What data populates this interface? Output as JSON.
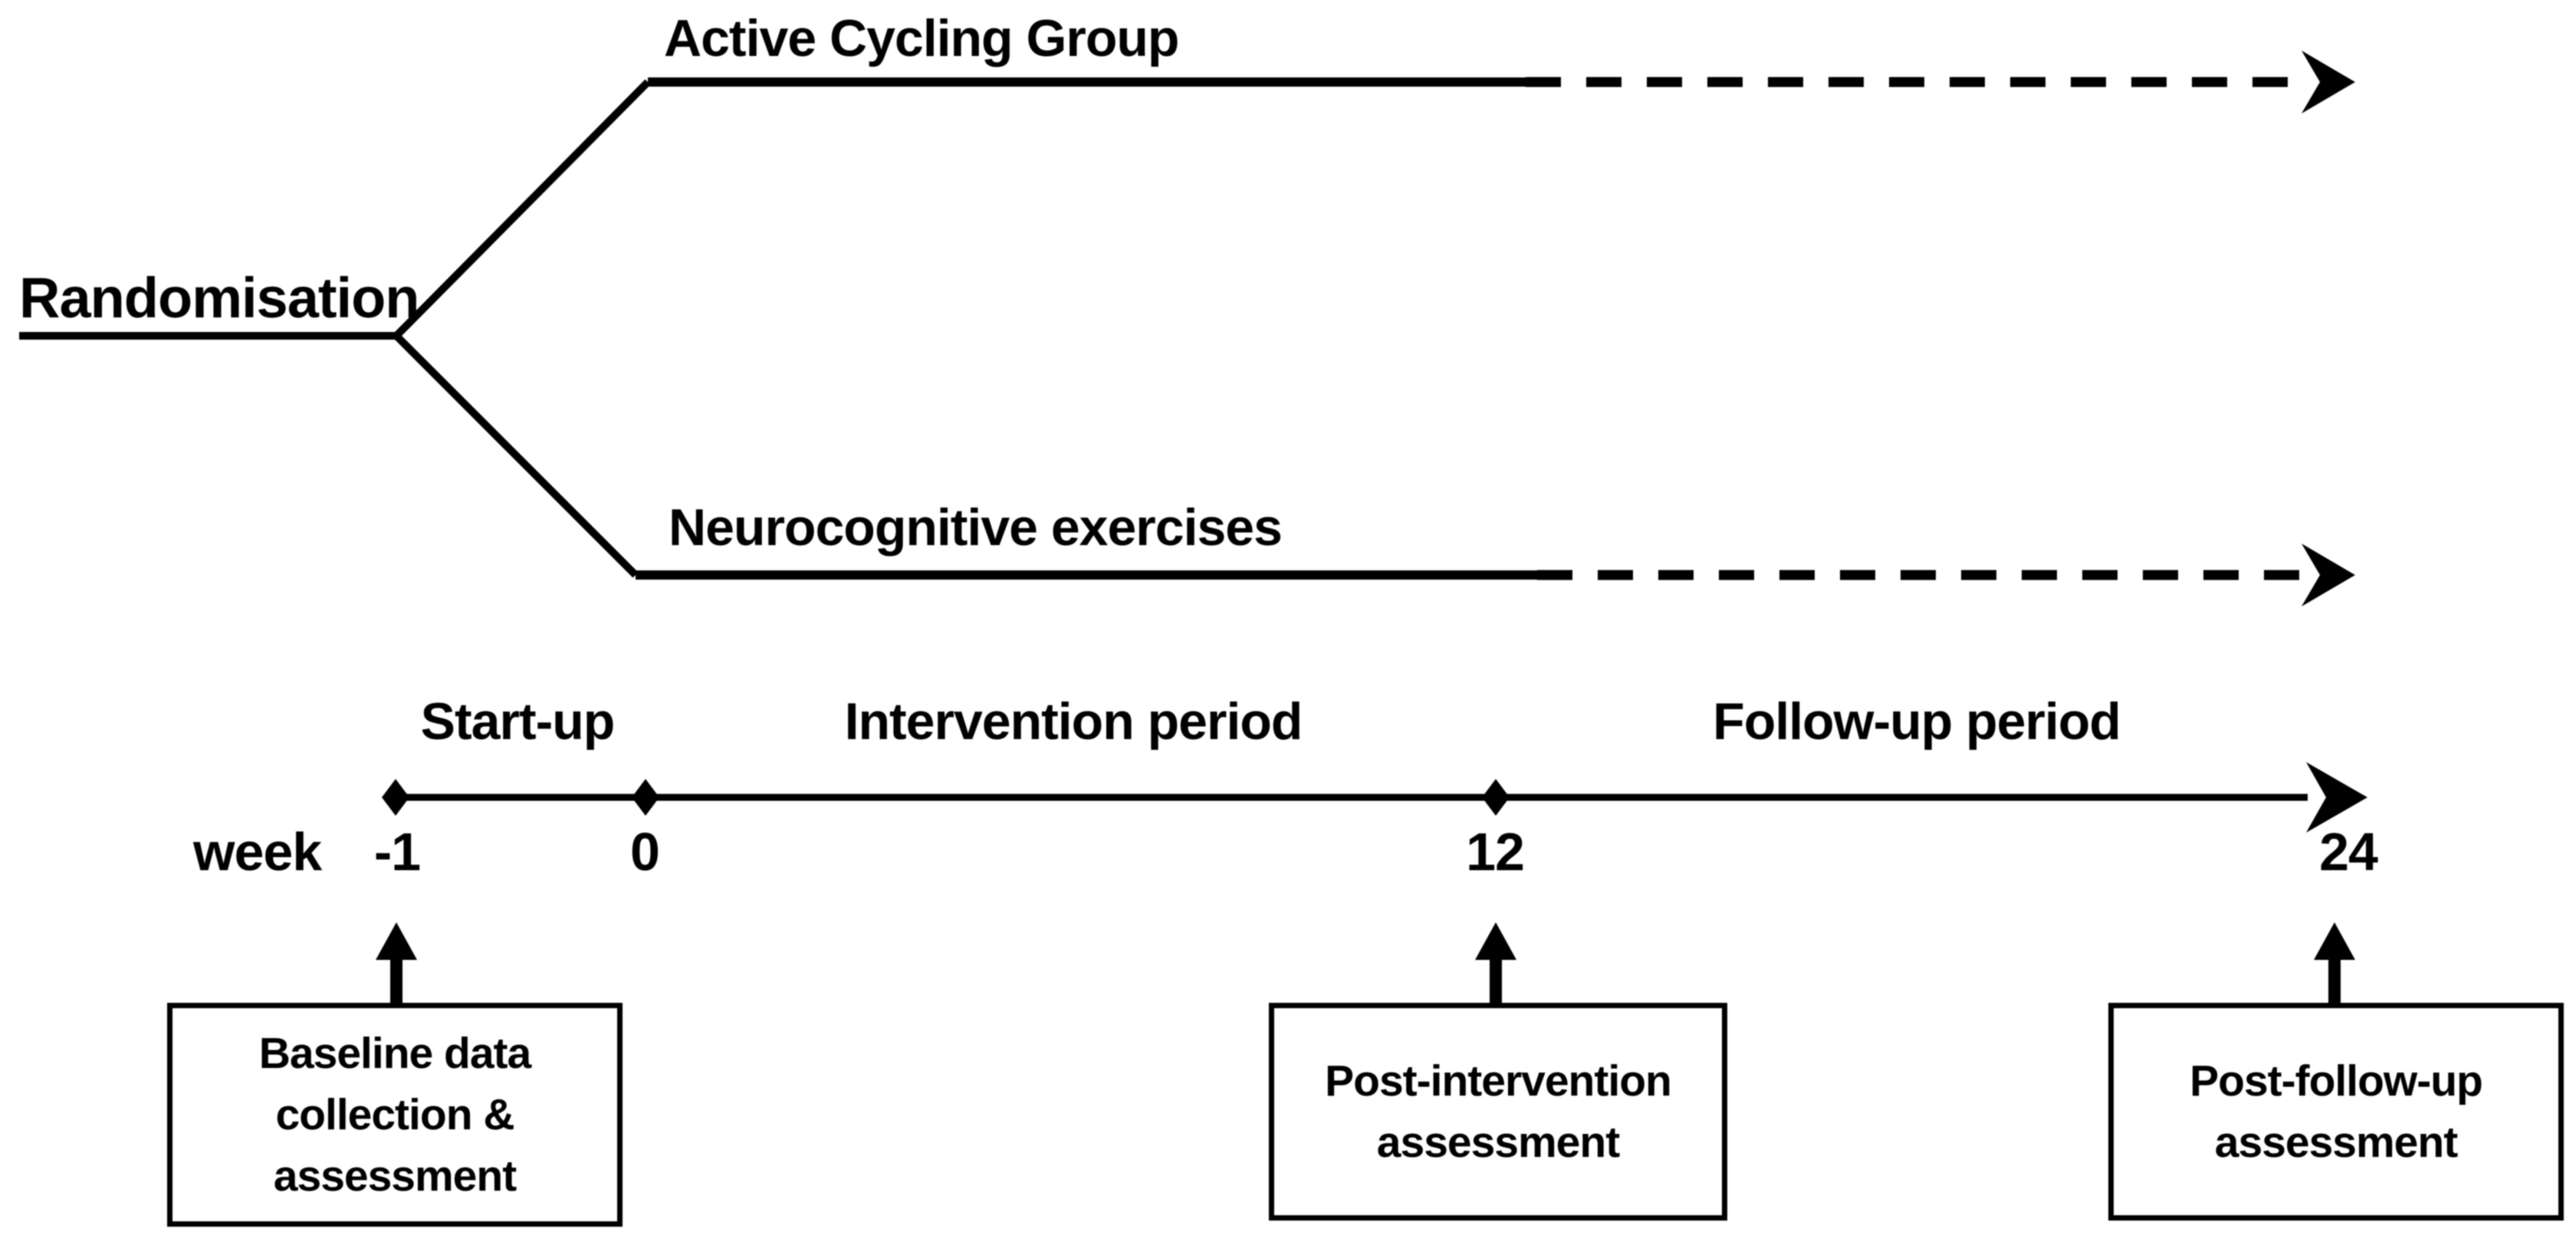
{
  "figure": {
    "background": "#ffffff",
    "ink": "#000000"
  },
  "branching": {
    "root_label": "Randomisation",
    "arms": [
      {
        "label": "Active Cycling Group"
      },
      {
        "label": "Neurocognitive exercises"
      }
    ]
  },
  "timeline": {
    "unit_label": "week",
    "period_labels": [
      "Start-up",
      "Intervention period",
      "Follow-up period"
    ],
    "tick_labels": [
      "-1",
      "0",
      "12",
      "24"
    ]
  },
  "assessment_boxes": [
    {
      "lines": [
        "Baseline data",
        "collection &",
        "assessment"
      ]
    },
    {
      "lines": [
        "Post-intervention",
        "assessment"
      ]
    },
    {
      "lines": [
        "Post-follow-up",
        "assessment"
      ]
    }
  ],
  "icons": {
    "right_arrowhead": "➤",
    "up_arrow": "▲",
    "tick_marker": "◆"
  }
}
